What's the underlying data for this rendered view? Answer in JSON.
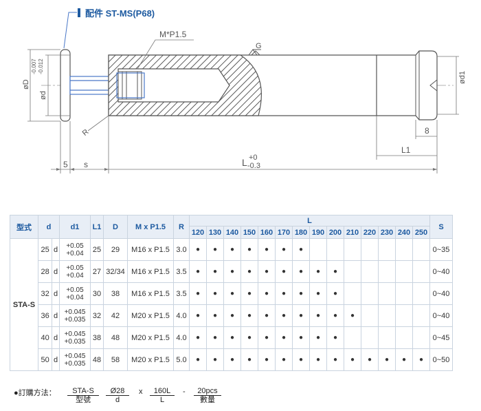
{
  "callout": {
    "label": "配件 ST-MS(P68)"
  },
  "drawing": {
    "thread_label": "M*P1.5",
    "finish_label": "G",
    "dia_D": "øD",
    "dia_d": "ød",
    "d_tol_upper": "-0.007",
    "d_tol_lower": "-0.012",
    "dia_d1": "ød1",
    "radius_label": "R",
    "dim_5": "5",
    "dim_s": "s",
    "dim_8": "8",
    "dim_L1": "L1",
    "dim_L": "L",
    "L_tol_upper": "+0",
    "L_tol_lower": "-0.3",
    "colors": {
      "line": "#555555",
      "dim": "#777777",
      "insert": "#4a78c8",
      "hatch": "#333333"
    }
  },
  "table": {
    "headers": {
      "model": "型式",
      "d": "d",
      "d1": "d1",
      "L1": "L1",
      "D": "D",
      "M": "M x P1.5",
      "R": "R",
      "L": "L",
      "S": "S"
    },
    "lengths": [
      "120",
      "130",
      "140",
      "150",
      "160",
      "170",
      "180",
      "190",
      "200",
      "210",
      "220",
      "230",
      "240",
      "250"
    ],
    "model": "STA-S",
    "dot": "●",
    "rows": [
      {
        "d": "25",
        "d_sym": "d",
        "tol_up": "+0.05",
        "tol_lo": "+0.04",
        "L1": "25",
        "D": "29",
        "M": "M16 x P1.5",
        "R": "3.0",
        "avail": [
          1,
          1,
          1,
          1,
          1,
          1,
          1,
          0,
          0,
          0,
          0,
          0,
          0,
          0
        ],
        "S": "0~35"
      },
      {
        "d": "28",
        "d_sym": "d",
        "tol_up": "+0.05",
        "tol_lo": "+0.04",
        "L1": "27",
        "D": "32/34",
        "M": "M16 x P1.5",
        "R": "3.5",
        "avail": [
          1,
          1,
          1,
          1,
          1,
          1,
          1,
          1,
          1,
          0,
          0,
          0,
          0,
          0
        ],
        "S": "0~40"
      },
      {
        "d": "32",
        "d_sym": "d",
        "tol_up": "+0.05",
        "tol_lo": "+0.04",
        "L1": "30",
        "D": "38",
        "M": "M16 x P1.5",
        "R": "3.5",
        "avail": [
          1,
          1,
          1,
          1,
          1,
          1,
          1,
          1,
          1,
          0,
          0,
          0,
          0,
          0
        ],
        "S": "0~40"
      },
      {
        "d": "36",
        "d_sym": "d",
        "tol_up": "+0.045",
        "tol_lo": "+0.035",
        "L1": "32",
        "D": "42",
        "M": "M20 x P1.5",
        "R": "4.0",
        "avail": [
          1,
          1,
          1,
          1,
          1,
          1,
          1,
          1,
          1,
          1,
          0,
          0,
          0,
          0
        ],
        "S": "0~40"
      },
      {
        "d": "40",
        "d_sym": "d",
        "tol_up": "+0.045",
        "tol_lo": "+0.035",
        "L1": "38",
        "D": "48",
        "M": "M20 x P1.5",
        "R": "4.0",
        "avail": [
          1,
          1,
          1,
          1,
          1,
          1,
          1,
          1,
          1,
          0,
          0,
          0,
          0,
          0
        ],
        "S": "0~45"
      },
      {
        "d": "50",
        "d_sym": "d",
        "tol_up": "+0.045",
        "tol_lo": "+0.035",
        "L1": "48",
        "D": "58",
        "M": "M20 x P1.5",
        "R": "5.0",
        "avail": [
          1,
          1,
          1,
          1,
          1,
          1,
          1,
          1,
          1,
          1,
          1,
          1,
          1,
          1
        ],
        "S": "0~50"
      }
    ]
  },
  "order": {
    "label": "●訂購方法：",
    "parts": [
      {
        "top": "STA-S",
        "bottom": "型號"
      },
      {
        "top": "Ø28",
        "bottom": "d"
      },
      {
        "top": "160L",
        "bottom": "L"
      },
      {
        "top": "20pcs",
        "bottom": "數量"
      }
    ],
    "sep_x": "x",
    "sep_dash": "-"
  }
}
